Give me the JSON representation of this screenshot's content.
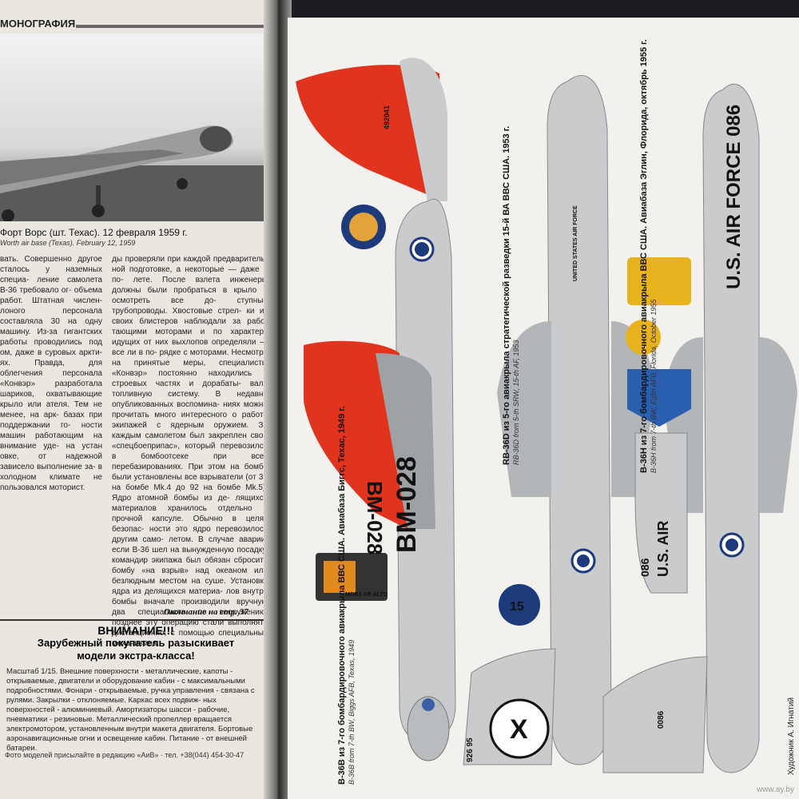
{
  "left_page": {
    "section_header": "МОНОГРАФИЯ",
    "photo_caption_ru": "Форт Ворс (шт. Техас). 12 февраля 1959 г.",
    "photo_caption_en": "Worth air base (Texas). February 12, 1959",
    "column1": "вать. Совершенно другое сталось у наземных специа- ление самолета В-36 требовало ог- объема работ. Штатная числен- лоного персонала составляла 30 на одну машину. Из-за гигантских работы проводились под ом, даже в суровых аркти- ях. Правда, для облегчения персонала «Конвэр» разработала шариков, охватывающие крыло или ателя. Тем не менее, на арк- базах при поддержании го- ности машин работающим на вниманиe уде- на устан овке, от надежной зависело выполнение за- в холодном климате не пользовался моторист.",
    "column2": "ды проверяли при каждой предваритель- ной подготовке, а некоторые — даже в по- лете. После взлета инженеры должны были пробраться в крыло и осмотреть все до- ступные трубопроводы. Хвостовые стрел- ки из своих блистеров наблюдали за рабо- тающими моторами и по характеру идущих от них выхлопов определяли — все ли в по- рядке с моторами. Несмотря на принятые меры, специалисты «Конвэр» постоянно находились в строевых частях и дорабаты- вали топливную систему. В недавно опубликованных воспомина- ниях можно прочитать много интересного о работе экипажей с ядерным оружием. За каждым самолетом был закреплен свой «спецбоеприпас», который перевозился в бомбоотсеке при всех перебазированиях. При этом на бомбе были установлены все взрыватели (от 32 на бомбе Mk.4 до 92 на бомбе Mk.5). Ядро атомной бомбы из де- лящихся материалов хранилось отдельно в прочной капсуле. Обычно в целях безопас- ности это ядро перевозилось другим само- летом. В случае аварии, если В-36 шел на вынужденную посадку, командир экипажа был обязан сбросить бомбу «на взрыв» над океаном или безлюдным местом на суше. Установку ядра из делящихся материа- лов внутрь бомбы вначале производили вручную два специалиста по вооружению, позднее эту операцию стали выполнять дистанционно, с помощью специальных механизмов.",
    "continued": "Окончание на стр. 37",
    "ad_title": "ВНИМАНИЕ!!!",
    "ad_sub1": "Зарубежный покупатель разыскивает",
    "ad_sub2": "модели экстра-класса!",
    "ad_body": "Масштаб 1/15. Внешние поверхности - металлические, капоты - открываемые, двигатели и оборудование кабин - с максимальными подробностями. Фонари - открываемые, ручка управления - связана с рулями. Закрылки - отклоняемые. Каркас всех подвиж- ных поверхностей - алюминиевый. Амортизаторы шасси - рабочие, пневматики - резиновые. Металлический пропеллер вращается электромотором, установленным внутри макета двигателя. Бортовые аэронавигационные огни и освещение кабин. Питание - от внешней батареи.",
    "ad_foot": "Фото моделей присылайте в редакцию «АиВ» · тел. +38(044) 454-30-47"
  },
  "right_page": {
    "caption_b36b_ru": "B-36B из 7-го бомбардировочного авиакрыла ВВС США. Авиабаза Биггс, Техас, 1949 г.",
    "caption_b36b_en": "B-36B from 7-th BW, Biggs AFB, Texas, 1949",
    "caption_rb36d_ru": "RB-36D из 5-го авиакрыла стратегической разведки 15-й ВА ВВС США. 1953 г.",
    "caption_rb36d_en": "RB-36D from 5-th SRW, 15-th AF, 1953",
    "caption_b36h_ru": "B-36H из 7-го бомбардировочного авиакрыла ВВС США. Авиабаза Эглин, Флорида, октябрь 1955 г.",
    "caption_b36h_en": "B-36H from 7-th BW, Eglin AFB, Florida, October 1955",
    "artist": "Художник А. Игнатий",
    "marking_bm028": "BM-028",
    "marking_tail": "492041",
    "marking_usaf1": "U.S. AIR FORCE 086",
    "marking_usaf2": "U.S. AIR",
    "marking_086": "086",
    "marking_x": "X",
    "marking_15": "15",
    "marking_926": "926 95",
    "marking_0086": "0086",
    "marking_badge": "MORS AB ALTO",
    "marking_united": "UNITED STATES AIR FORCE",
    "watermark": "www.ay.by"
  },
  "colors": {
    "fuselage": "#c9cbcc",
    "tail_red": "#e0341e",
    "star_blue": "#1d3b7a",
    "page": "#f2f1ed"
  }
}
